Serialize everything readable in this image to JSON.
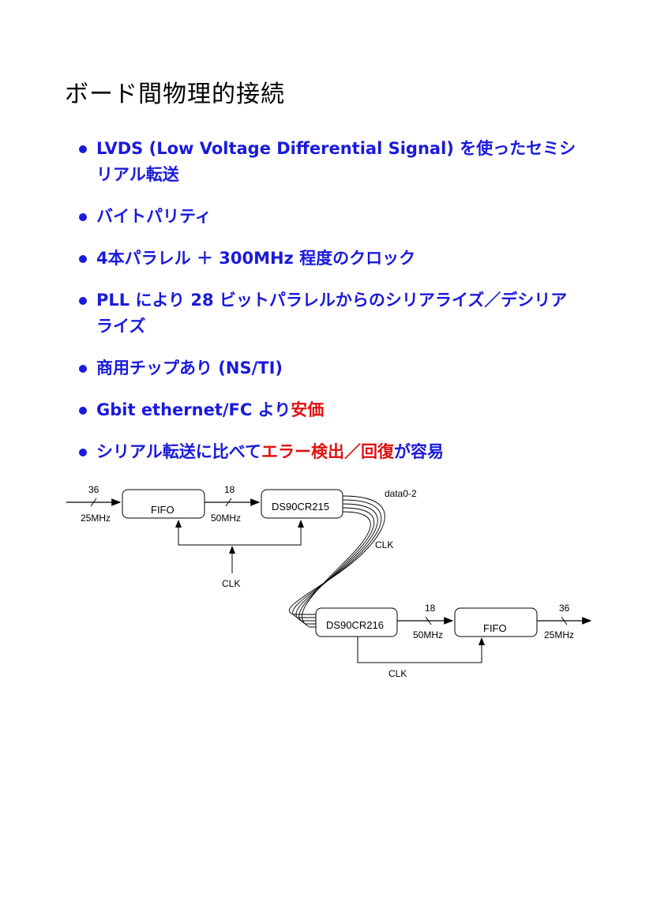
{
  "title": "ボード間物理的接続",
  "bullets": [
    {
      "text": "LVDS (Low Voltage Differential Signal) を使ったセミシ",
      "cont": "リアル転送"
    },
    {
      "text": "バイトパリティ"
    },
    {
      "text": "4本パラレル ＋ 300MHz 程度のクロック"
    },
    {
      "text": "PLL により 28 ビットパラレルからのシリアライズ／デシリア",
      "cont": "ライズ"
    },
    {
      "text": "商用チップあり (NS/TI)"
    },
    {
      "text": "Gbit ethernet/FC より",
      "red": "安価"
    },
    {
      "text": "シリアル転送に比べて",
      "red": "エラー検出／回復",
      "after": "が容易"
    }
  ],
  "diagram": {
    "in_width": "36",
    "in_freq": "25MHz",
    "fifo1": "FIFO",
    "mid_width": "18",
    "mid_freq": "50MHz",
    "chip1": "DS90CR215",
    "data_label": "data0-2",
    "clk_cable": "CLK",
    "clk1": "CLK",
    "chip2": "DS90CR216",
    "out_mid_width": "18",
    "out_mid_freq": "50MHz",
    "fifo2": "FIFO",
    "out_width": "36",
    "out_freq": "25MHz",
    "clk2": "CLK"
  },
  "colors": {
    "bullet": "#1a1adc",
    "highlight": "#e01010"
  }
}
